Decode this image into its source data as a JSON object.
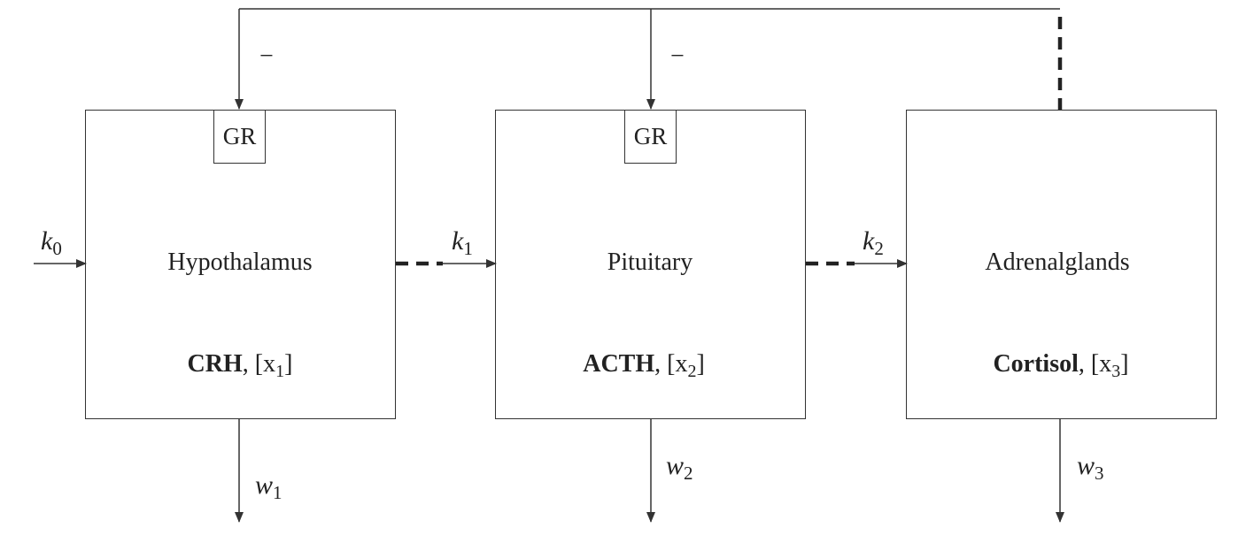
{
  "blocks": [
    {
      "organ": "Hypothalamus",
      "hormone": "CRH",
      "sep": ", ",
      "var": "[x",
      "sub": "1",
      "close": "]",
      "receptor": "GR",
      "input_k": "k",
      "input_sub": "0",
      "output_w": "w",
      "output_sub": "1"
    },
    {
      "organ": "Pituitary",
      "hormone": "ACTH",
      "sep": ", ",
      "var": "[x",
      "sub": "2",
      "close": "]",
      "receptor": "GR",
      "input_k": "k",
      "input_sub": "1",
      "output_w": "w",
      "output_sub": "2"
    },
    {
      "organ": "Adrenalglands",
      "hormone": "Cortisol",
      "sep": ", ",
      "var": "[x",
      "sub": "3",
      "close": "]",
      "input_k": "k",
      "input_sub": "2",
      "output_w": "w",
      "output_sub": "3"
    }
  ],
  "feedback": {
    "sign_1": "−",
    "sign_2": "−"
  },
  "colors": {
    "line": "#333333",
    "text": "#222222"
  }
}
